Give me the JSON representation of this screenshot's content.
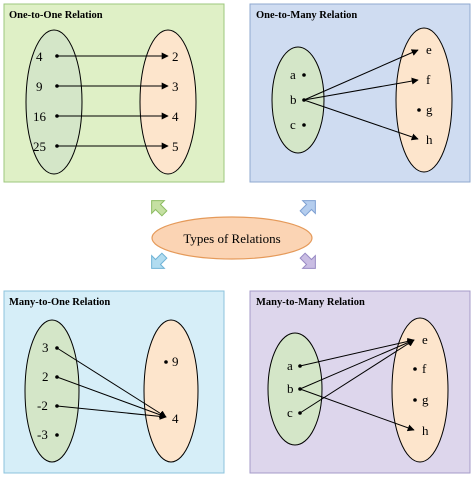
{
  "center_label": "Types of Relations",
  "colors": {
    "green_panel": "#dff0c6",
    "blue_panel": "#cfdcf1",
    "cyan_panel": "#d6eef8",
    "purple_panel": "#ddd6ec",
    "green_ellipse": "#d4e6c8",
    "peach_ellipse": "#fde5cc",
    "center_oval": "#fbd4b4",
    "center_oval_stroke": "#e59a5a"
  },
  "panels": [
    {
      "id": "one-to-one",
      "title": "One-to-One Relation",
      "domain": [
        "4",
        "9",
        "16",
        "25"
      ],
      "codomain": [
        "2",
        "3",
        "4",
        "5"
      ],
      "mappings": [
        [
          0,
          0
        ],
        [
          1,
          1
        ],
        [
          2,
          2
        ],
        [
          3,
          3
        ]
      ]
    },
    {
      "id": "one-to-many",
      "title": "One-to-Many Relation",
      "domain": [
        "a",
        "b",
        "c"
      ],
      "codomain": [
        "e",
        "f",
        "g",
        "h"
      ],
      "mappings": [
        [
          1,
          0
        ],
        [
          1,
          1
        ],
        [
          1,
          3
        ]
      ]
    },
    {
      "id": "many-to-one",
      "title": "Many-to-One Relation",
      "domain": [
        "3",
        "2",
        "-2",
        "-3"
      ],
      "codomain": [
        "9",
        "4"
      ],
      "mappings": [
        [
          0,
          1
        ],
        [
          1,
          1
        ],
        [
          2,
          1
        ]
      ]
    },
    {
      "id": "many-to-many",
      "title": "Many-to-Many Relation",
      "domain": [
        "a",
        "b",
        "c"
      ],
      "codomain": [
        "e",
        "f",
        "g",
        "h"
      ],
      "mappings": [
        [
          0,
          0
        ],
        [
          1,
          0
        ],
        [
          2,
          0
        ],
        [
          1,
          3
        ]
      ]
    }
  ]
}
